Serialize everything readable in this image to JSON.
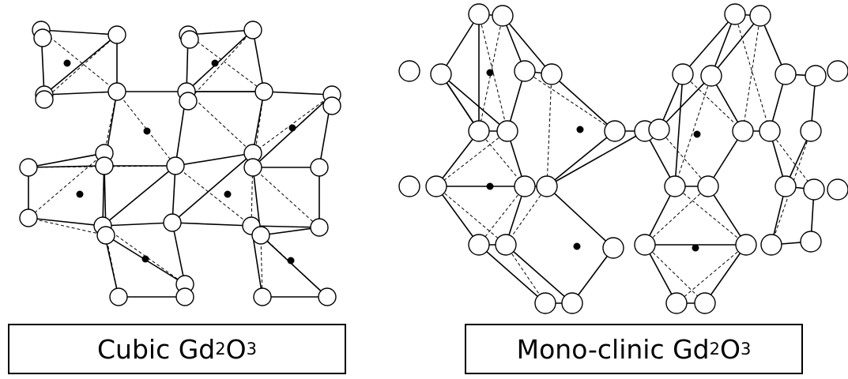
{
  "panels": [
    {
      "id": "cubic",
      "label": {
        "pre": "Cubic Gd",
        "sub1": "2",
        "mid": "O",
        "sub2": "3"
      }
    },
    {
      "id": "monoclinic",
      "label": {
        "pre": "Mono-clinic Gd",
        "sub1": "2",
        "mid": "O",
        "sub2": "3"
      }
    }
  ]
}
